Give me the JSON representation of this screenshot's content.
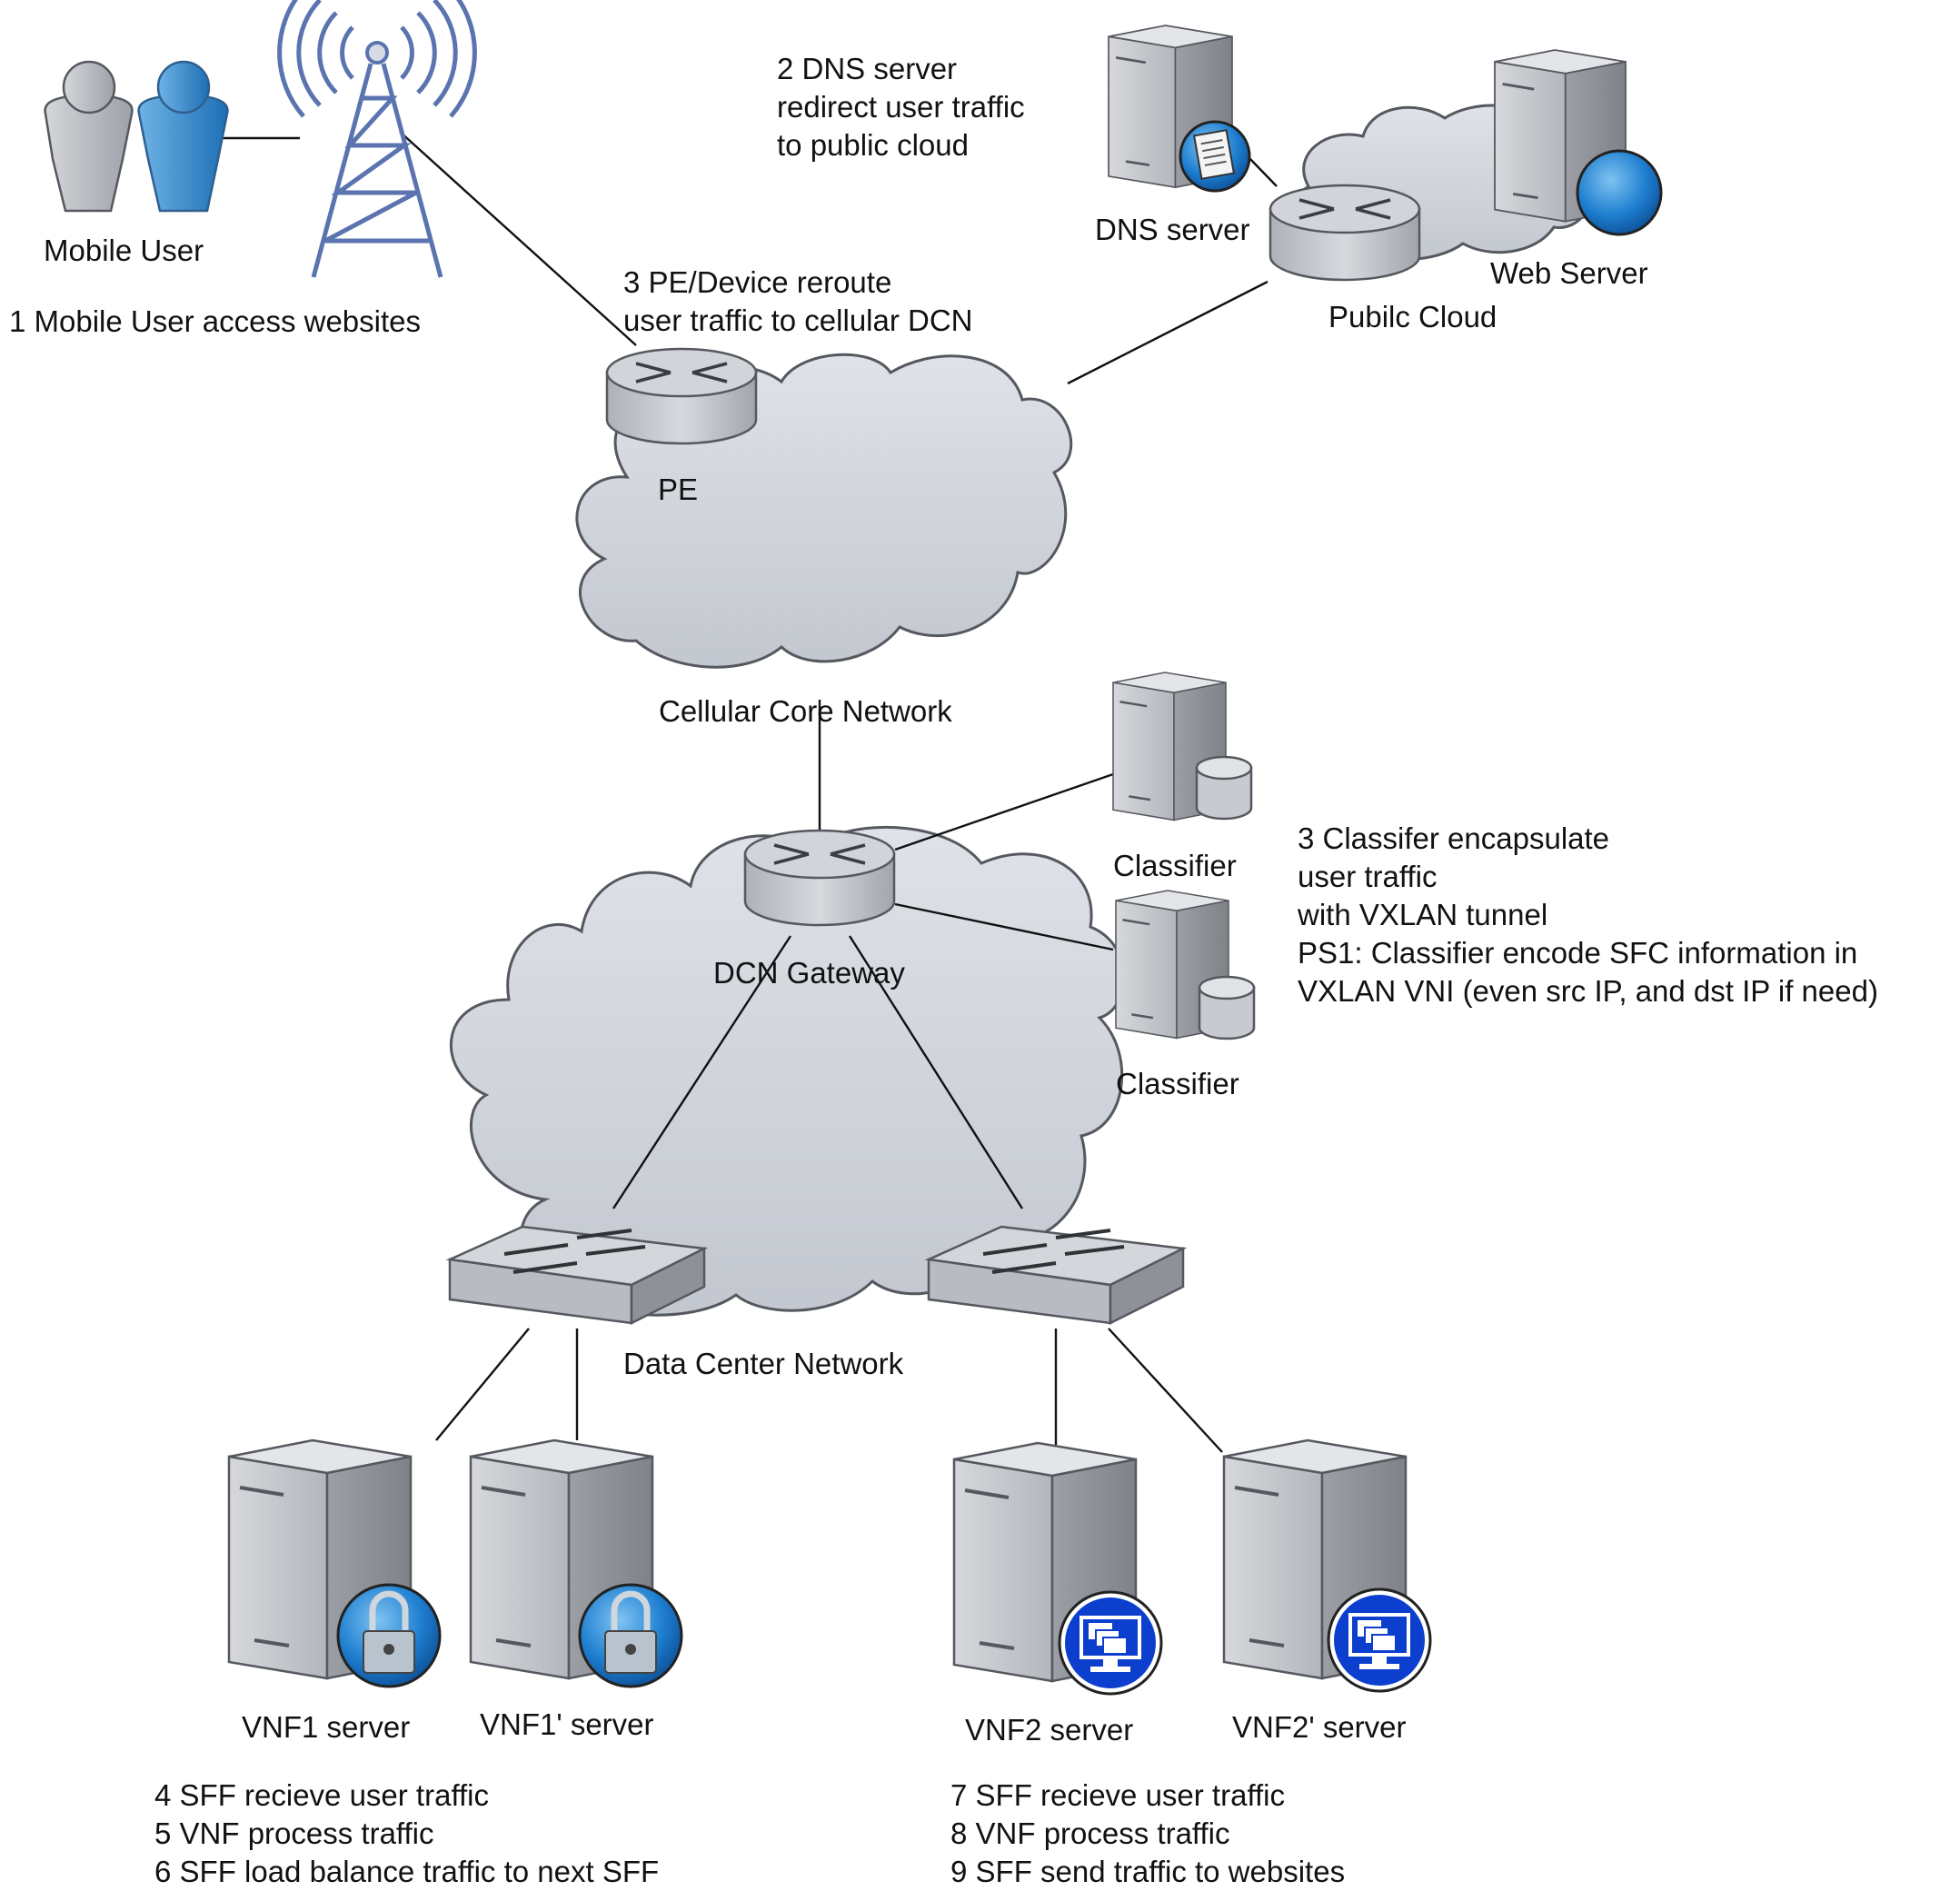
{
  "diagram": {
    "labels": {
      "mobile_user": "Mobile User",
      "step1": "1 Mobile User access websites",
      "step2": "2 DNS server\nredirect user traffic\nto public cloud",
      "dns_server": "DNS server",
      "web_server": "Web Server",
      "public_cloud": "Pubilc Cloud",
      "step3_pe": "3 PE/Device reroute\nuser traffic to cellular DCN",
      "pe": "PE",
      "cellular_core": "Cellular Core Network",
      "dcn_gateway": "DCN Gateway",
      "classifier_1": "Classifier",
      "classifier_2": "Classifier",
      "step3_classifier": "3 Classifer encapsulate\nuser traffic\nwith VXLAN tunnel\nPS1: Classifier encode SFC information in\nVXLAN VNI (even src IP, and dst IP if need)",
      "data_center_network": "Data Center Network",
      "vnf1_server": "VNF1 server",
      "vnf1p_server": "VNF1' server",
      "vnf2_server": "VNF2 server",
      "vnf2p_server": "VNF2' server",
      "steps_456": "4 SFF recieve user traffic\n5 VNF process traffic\n6 SFF load balance traffic to next SFF",
      "steps_789": "7 SFF recieve user traffic\n8 VNF process traffic\n9 SFF send traffic to websites"
    },
    "icons": {
      "users": "mobile-users-icon",
      "tower": "cell-tower-icon",
      "router": "router-icon",
      "switch": "switch-icon",
      "server": "server-icon",
      "database": "database-icon",
      "document": "document-icon",
      "globe": "globe-icon",
      "lock": "lock-icon",
      "monitor": "monitor-icon"
    },
    "colors": {
      "cloud_fill": "#ced2da",
      "device_gray": "#a9acb3",
      "user_blue": "#2f82c4",
      "tower_blue": "#5b74b0",
      "badge_blue": "#1f6ab0",
      "monitor_blue": "#0d3fcf"
    }
  }
}
